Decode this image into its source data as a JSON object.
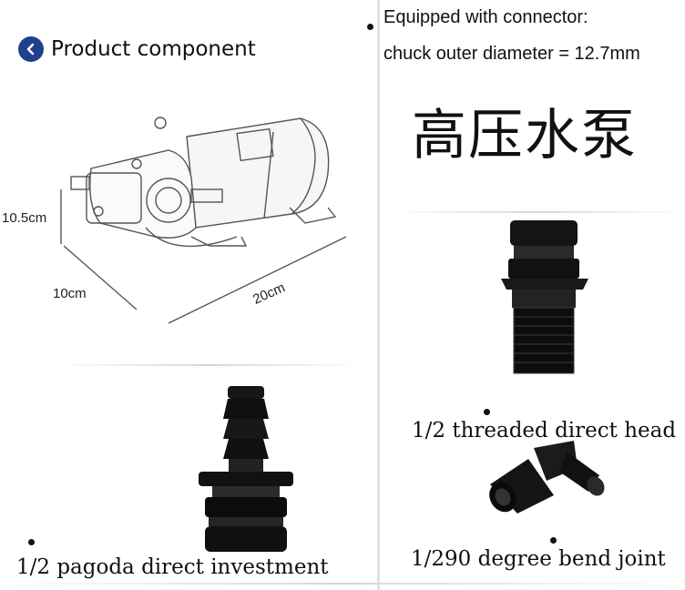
{
  "heading": {
    "title": "Product component",
    "icon": "chevron-left-icon",
    "icon_color": "#1f3f8f"
  },
  "connector_note": {
    "line1": "Equipped with connector:",
    "line2": "chuck outer diameter = 12.7mm"
  },
  "chinese_title": "高压水泵",
  "dimensions": {
    "height": "10.5cm",
    "depth": "10cm",
    "length": "20cm"
  },
  "parts": {
    "threaded": {
      "caption": "1/2 threaded direct head"
    },
    "pagoda": {
      "caption": "1/2 pagoda direct investment"
    },
    "bend": {
      "caption": "1/290 degree bend joint"
    }
  }
}
